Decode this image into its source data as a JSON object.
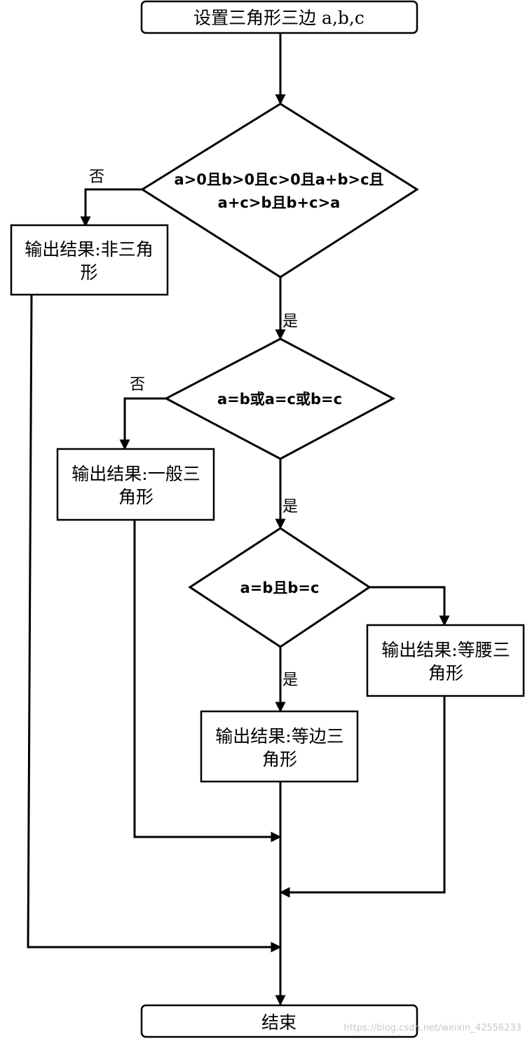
{
  "nodes": {
    "start": "设置三角形三边 a,b,c",
    "cond_valid": [
      "a>0且b>0且c>0且a+b>c且",
      "a+c>b且b+c>a"
    ],
    "out_not_triangle": [
      "输出结果:非三角",
      "形"
    ],
    "cond_isosceles": "a=b或a=c或b=c",
    "out_general": [
      "输出结果:一般三",
      "角形"
    ],
    "cond_equilateral": "a=b且b=c",
    "out_isosceles": [
      "输出结果:等腰三",
      "角形"
    ],
    "out_equilateral": [
      "输出结果:等边三",
      "角形"
    ],
    "end": "结束"
  },
  "edge_labels": {
    "valid_no": "否",
    "valid_yes": "是",
    "iso_no": "否",
    "iso_yes": "是",
    "equi_yes": "是"
  },
  "watermark": "https://blog.csdn.net/weixin_42556233"
}
